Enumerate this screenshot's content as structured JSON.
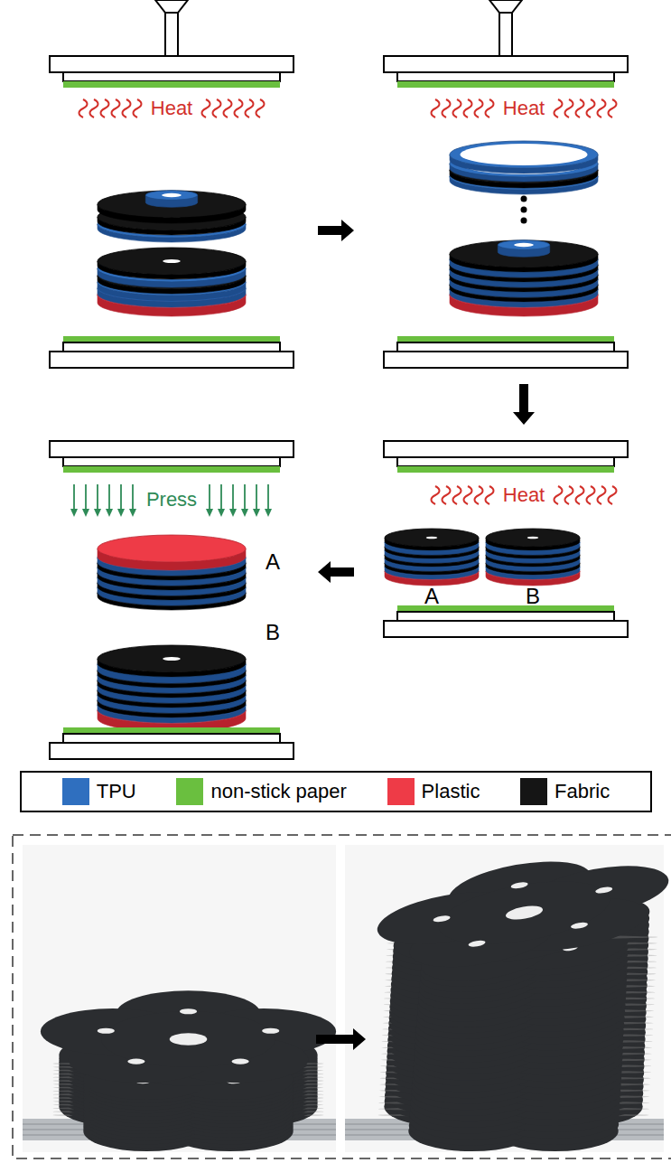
{
  "diagram": {
    "labels": [
      "Heat",
      "Heat",
      "Press",
      "A",
      "B",
      "Heat",
      "A",
      "B"
    ],
    "legend": [
      {
        "text": "TPU",
        "color": "#2f6fbf"
      },
      {
        "text": "non-stick paper",
        "color": "#6abf3f"
      },
      {
        "text": "Plastic",
        "color": "#ee3b47"
      },
      {
        "text": "Fabric",
        "color": "#151515"
      }
    ]
  }
}
